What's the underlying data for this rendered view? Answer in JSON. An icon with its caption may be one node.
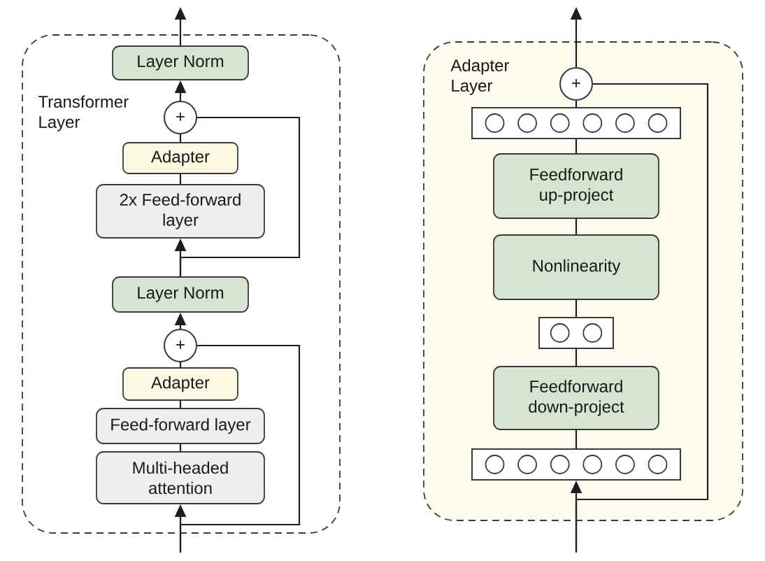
{
  "diagram": {
    "nodes": [
      {
        "text": [
          "Transformer Layer"
        ]
      },
      {
        "text": [
          "Layer Norm"
        ],
        "in": 0
      },
      {
        "text": [
          "+"
        ],
        "in": 0
      },
      {
        "text": [
          "Adapter"
        ],
        "in": 0
      },
      {
        "text": [
          "2x Feed-forward layer"
        ],
        "in": 0
      },
      {
        "text": [
          "Layer Norm"
        ],
        "in": 0
      },
      {
        "text": [
          "+"
        ],
        "in": 0
      },
      {
        "text": [
          "Adapter"
        ],
        "in": 0
      },
      {
        "text": [
          "Feed-forward layer"
        ],
        "in": 0
      },
      {
        "text": [
          "Multi-headed attention"
        ],
        "in": 0
      },
      {
        "text": [
          "Adapter Layer"
        ]
      },
      {
        "text": [
          "+"
        ],
        "in": 10
      },
      {
        "text": [],
        "shape": "box",
        "in": 10
      },
      {
        "text": [],
        "shape": "circle",
        "in": 12
      },
      {
        "text": [],
        "shape": "circle",
        "in": 12
      },
      {
        "text": [],
        "shape": "circle",
        "in": 12
      },
      {
        "text": [],
        "shape": "circle",
        "in": 12
      },
      {
        "text": [],
        "shape": "circle",
        "in": 12
      },
      {
        "text": [],
        "shape": "circle",
        "in": 12
      },
      {
        "text": [
          "Feedforward up-project"
        ],
        "in": 10
      },
      {
        "text": [
          "Nonlinearity"
        ],
        "in": 10
      },
      {
        "text": [],
        "shape": "box",
        "in": 10
      },
      {
        "text": [],
        "shape": "circle",
        "in": 21
      },
      {
        "text": [],
        "shape": "circle",
        "in": 21
      },
      {
        "text": [
          "Feedforward down-project"
        ],
        "in": 10
      },
      {
        "text": [],
        "shape": "box",
        "in": 10
      },
      {
        "text": [],
        "shape": "circle",
        "in": 25
      },
      {
        "text": [],
        "shape": "circle",
        "in": 25
      },
      {
        "text": [],
        "shape": "circle",
        "in": 25
      },
      {
        "text": [],
        "shape": "circle",
        "in": 25
      },
      {
        "text": [],
        "shape": "circle",
        "in": 25
      },
      {
        "text": [],
        "shape": "circle",
        "in": 25
      }
    ],
    "edges": [
      {
        "from": 1,
        "to": null,
        "arrow": "to"
      },
      {
        "from": 2,
        "to": 1,
        "arrow": "to"
      },
      {
        "from": 3,
        "to": 2,
        "arrow": "none"
      },
      {
        "from": 4,
        "to": 3,
        "arrow": "none"
      },
      {
        "from": 5,
        "to": 4,
        "arrow": "to"
      },
      {
        "from": 5,
        "to": 2,
        "arrow": "none"
      },
      {
        "from": 6,
        "to": 5,
        "arrow": "to"
      },
      {
        "from": 7,
        "to": 6,
        "arrow": "none"
      },
      {
        "from": 8,
        "to": 7,
        "arrow": "none"
      },
      {
        "from": 9,
        "to": 8,
        "arrow": "none"
      },
      {
        "from": null,
        "to": 9,
        "arrow": "to"
      },
      {
        "from": null,
        "to": 6,
        "arrow": "none"
      },
      {
        "from": 11,
        "to": null,
        "arrow": "to"
      },
      {
        "from": 12,
        "to": 11,
        "arrow": "none"
      },
      {
        "from": 19,
        "to": 12,
        "arrow": "none"
      },
      {
        "from": 20,
        "to": 19,
        "arrow": "none"
      },
      {
        "from": 21,
        "to": 20,
        "arrow": "none"
      },
      {
        "from": 24,
        "to": 21,
        "arrow": "none"
      },
      {
        "from": 25,
        "to": 24,
        "arrow": "none"
      },
      {
        "from": null,
        "to": 25,
        "arrow": "to"
      },
      {
        "from": null,
        "to": 11,
        "arrow": "none"
      }
    ]
  }
}
